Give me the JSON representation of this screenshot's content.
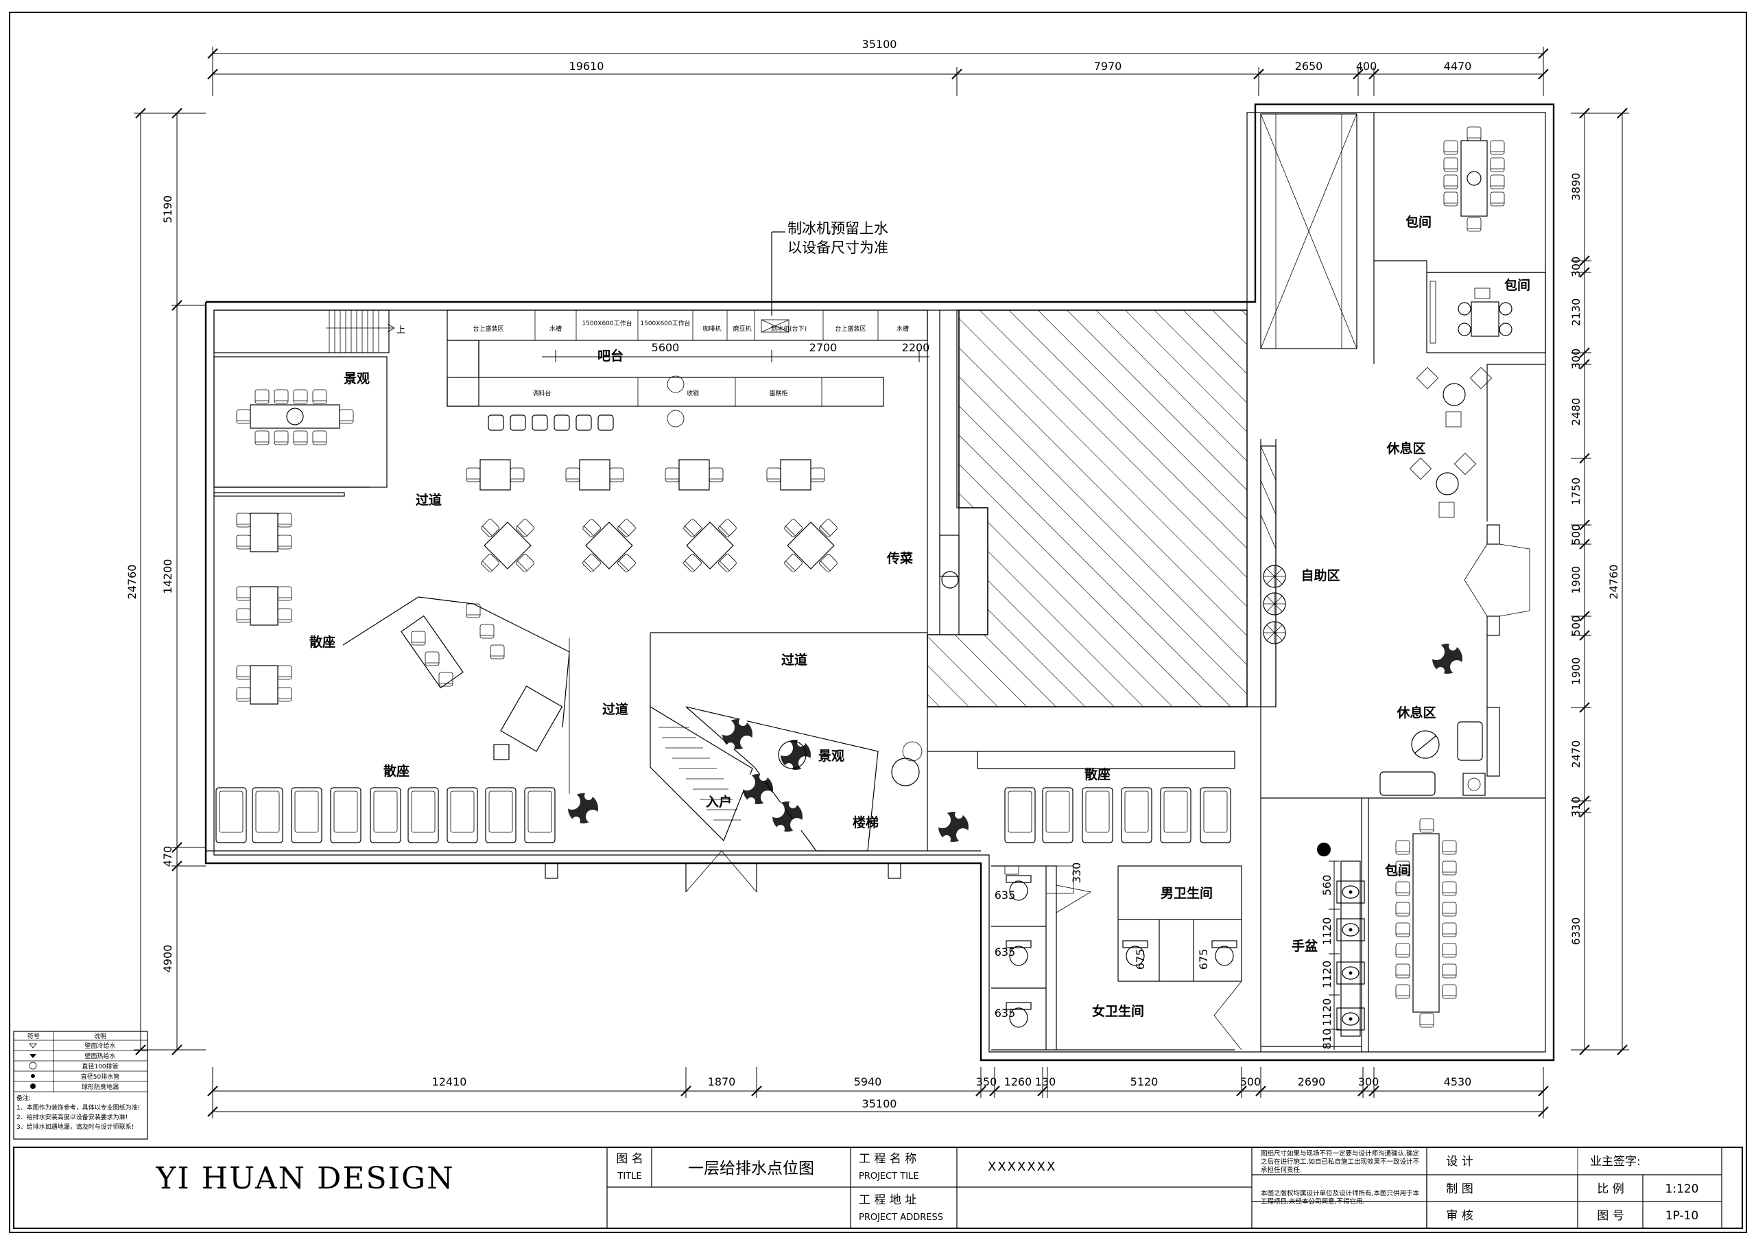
{
  "title_block": {
    "firm": "YI HUAN  DESIGN",
    "drawing_name_cn": "图 名",
    "drawing_name_en": "TITLE",
    "drawing_name": "一层给排水点位图",
    "project_name_cn": "工 程 名 称",
    "project_name_en": "PROJECT TILE",
    "project_name": "XXXXXXX",
    "project_address_cn": "工 程 地 址",
    "project_address_en": "PROJECT ADDRESS",
    "note_1": "图纸尺寸如果与现场不符一定要与设计师沟通确认,确定之后在进行施工,如自已私自施工出现效果不一致设计不承担任何责任.",
    "note_2": "本图之版权均属设计单位及设计师所有,本图只供用于本工程项目,未经本公司同意,不得它用.",
    "design": "设 计",
    "drafting": "制 图",
    "review": "审 核",
    "owner_sign": "业主签字:",
    "scale_label": "比 例",
    "scale": "1:120",
    "sheet_label": "图 号",
    "sheet": "1P-10"
  },
  "legend": {
    "col_symbol": "符号",
    "col_desc": "说明",
    "rows": [
      "壁面冷给水",
      "壁面热给水",
      "直径100排管",
      "直径50排水管",
      "球形防臭地漏"
    ],
    "notes": [
      "备注:",
      "1、本图作为装饰参考，具体以专业图纸为准!",
      "2、给排水安装高度以设备安装要求为准!",
      "3、给排水如遇地漏，请及时与设计师联系!"
    ]
  },
  "annotation": {
    "line1": "制冰机预留上水",
    "line2": "以设备尺寸为准"
  },
  "rooms": {
    "landscape_1": "景观",
    "bar": "吧台",
    "aisle_1": "过道",
    "aisle_2": "过道",
    "aisle_3": "过道",
    "serving": "传菜",
    "seating_1": "散座",
    "seating_2": "散座",
    "seating_3": "散座",
    "landscape_2": "景观",
    "stairs": "楼梯",
    "entrance": "入户",
    "buffet": "自助区",
    "private_1": "包间",
    "private_2": "包间",
    "private_3": "包间",
    "lounge_1": "休息区",
    "lounge_2": "休息区",
    "mens_wc": "男卫生间",
    "womens_wc": "女卫生间",
    "hand_wash": "手盆",
    "stair_up": "上"
  },
  "bar_labels": {
    "a": "台上盛装区",
    "b": "水槽",
    "c": "1500X600工作台",
    "d": "1500X600工作台",
    "e": "咖啡机",
    "f": "磨豆机",
    "g": "制冰机(台下)",
    "h": "台上盛装区",
    "i": "水槽",
    "j": "调料台",
    "k": "收银",
    "l": "蛋糕柜"
  },
  "dims": {
    "top_total": "35100",
    "top": [
      "19610",
      "7970",
      "2650",
      "400",
      "4470"
    ],
    "bar": [
      "5600",
      "2700",
      "2200"
    ],
    "bottom": [
      "12410",
      "1870",
      "5940",
      "350",
      "1260",
      "130",
      "5120",
      "500",
      "2690",
      "300",
      "4530"
    ],
    "bottom_total": "35100",
    "left": [
      "5190",
      "14200",
      "470",
      "4900"
    ],
    "left_total": "24760",
    "right": [
      "3890",
      "300",
      "2130",
      "300",
      "2480",
      "1750",
      "500",
      "1900",
      "500",
      "1900",
      "2470",
      "310",
      "6330"
    ],
    "right_total": "24760",
    "wc": [
      "635",
      "635",
      "635",
      "330",
      "675",
      "675"
    ],
    "hand": [
      "560",
      "1120",
      "1120",
      "1120",
      "810"
    ]
  }
}
